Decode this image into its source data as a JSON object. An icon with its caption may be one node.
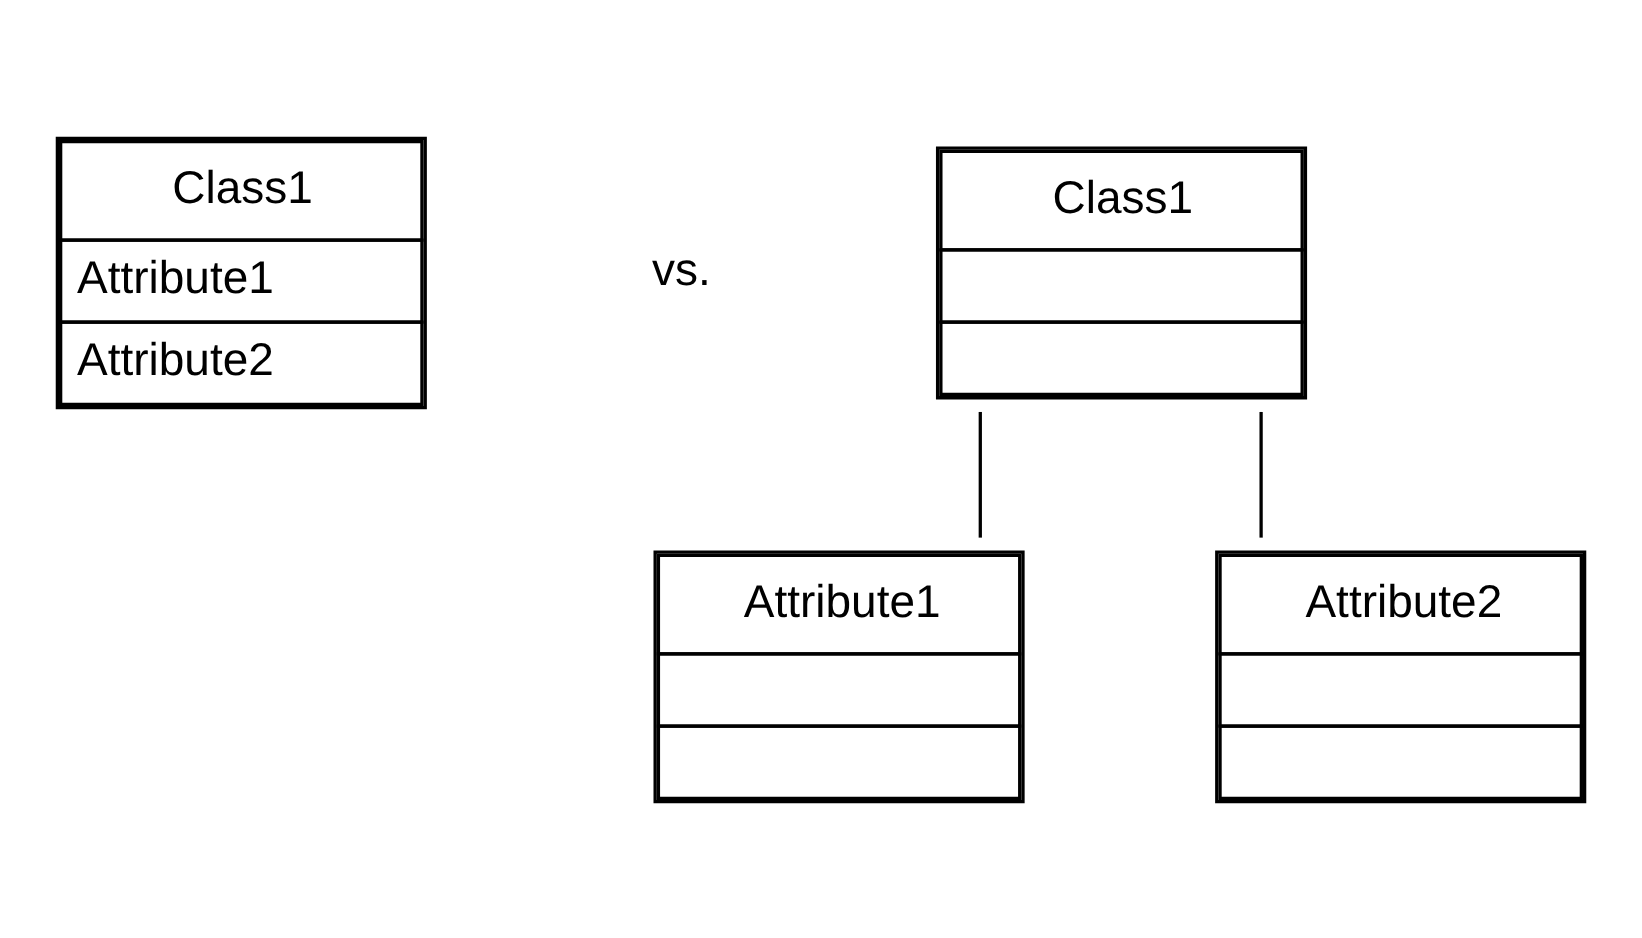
{
  "diagram": {
    "nodes": [
      {
        "text": [
          "Class1",
          "Attribute1",
          "Attribute2"
        ]
      },
      {
        "text": [
          "Class1"
        ]
      },
      {
        "text": [
          "Attribute1"
        ]
      },
      {
        "text": [
          "Attribute2"
        ]
      }
    ],
    "edges": [
      {
        "from": 1,
        "to": 2,
        "arrow": "none"
      },
      {
        "from": 1,
        "to": 3,
        "arrow": "none"
      }
    ],
    "labels": [
      "vs."
    ]
  }
}
